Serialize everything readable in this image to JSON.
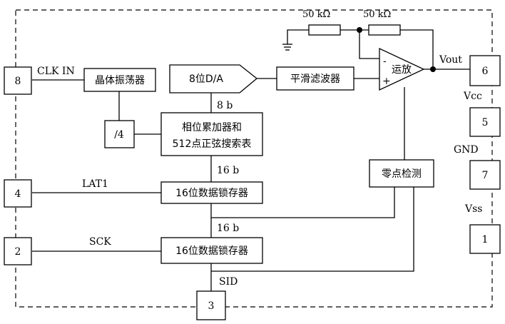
{
  "blocks": {
    "crystal_osc": "晶体振荡器",
    "divider": "/4",
    "dac": "8位D/A",
    "smoothing_filter": "平滑滤波器",
    "opamp": "运放",
    "opamp_minus": "-",
    "opamp_plus": "+",
    "accumulator_line1": "相位累加器和",
    "accumulator_line2": "512点正弦搜索表",
    "latch_top": "16位数据锁存器",
    "latch_bottom": "16位数据锁存器",
    "zero_detect": "零点检测"
  },
  "buses": {
    "dac_bus": "8 b",
    "accum_bus": "16 b",
    "latch_bus": "16 b"
  },
  "resistors": {
    "r1": "50 kΩ",
    "r2": "50 kΩ"
  },
  "pins": [
    {
      "number": "8",
      "label": "CLK IN"
    },
    {
      "number": "4",
      "label": "LAT1"
    },
    {
      "number": "2",
      "label": "SCK"
    },
    {
      "number": "3",
      "label": "SID"
    },
    {
      "number": "6",
      "label": "Vout"
    },
    {
      "number": "5",
      "label": "Vcc"
    },
    {
      "number": "7",
      "label": "GND"
    },
    {
      "number": "1",
      "label": "Vss"
    }
  ]
}
